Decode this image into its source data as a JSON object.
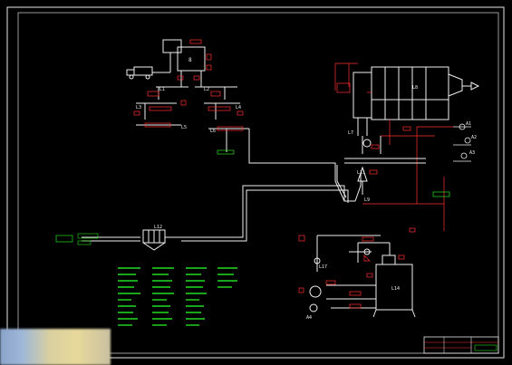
{
  "diagram": {
    "title_block": {
      "label": ""
    },
    "labels": {
      "silo": "8",
      "truck_label": "",
      "l1": "L1",
      "l2": "L2",
      "l3": "L3",
      "l4": "L4",
      "l5": "L5",
      "l6": "L6",
      "l7": "L7",
      "l8": "L8",
      "l9": "L9",
      "l12": "L12",
      "l14": "L14",
      "l17": "L17",
      "l11": "L11",
      "a1": "A1",
      "a2": "A2",
      "a3": "A3",
      "a4": "A4"
    },
    "green_tags": {
      "left_inlet": "",
      "right_mid": ""
    }
  },
  "colors": {
    "background": "#000000",
    "frame": "#e8e8e8",
    "line": "#f0f0f0",
    "red": "#ff3030",
    "green": "#22dd22",
    "cyan": "#20d0e0"
  }
}
